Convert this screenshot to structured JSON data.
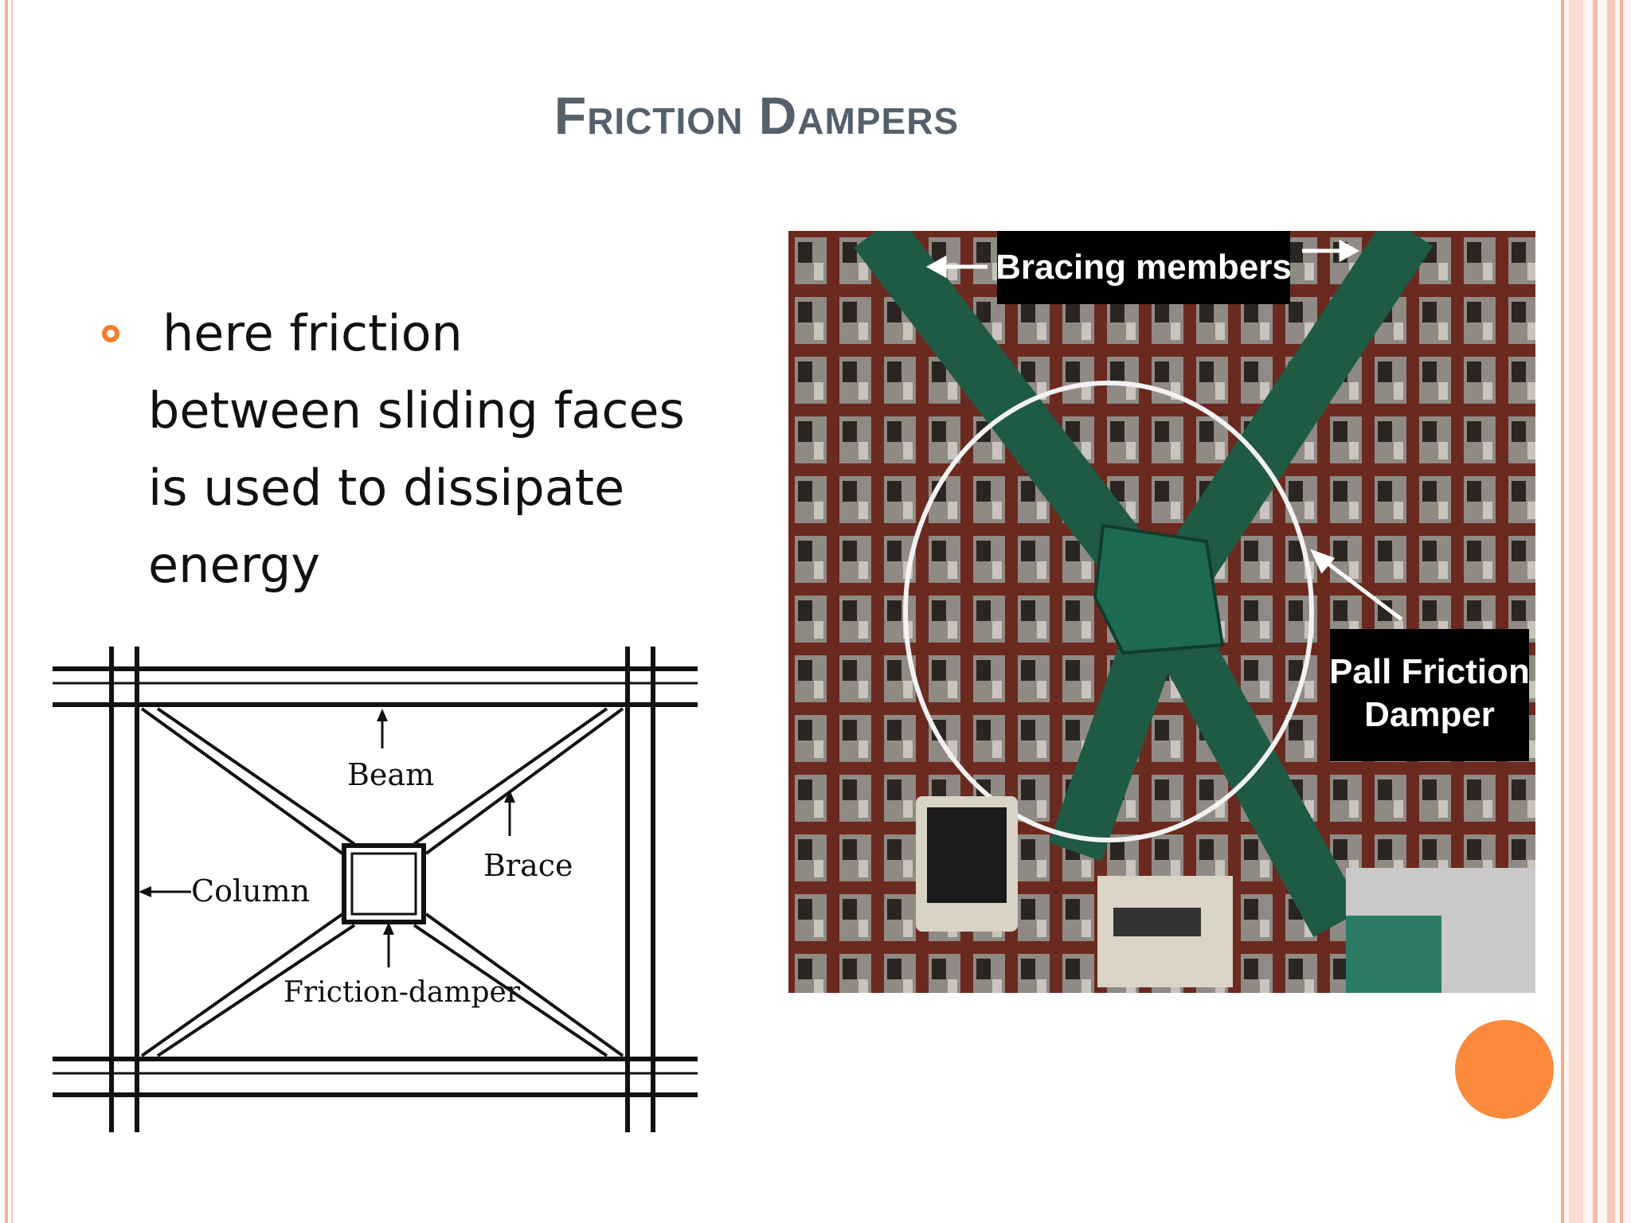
{
  "slide": {
    "title": "Friction Dampers",
    "bullet_text_line1": "here friction",
    "bullet_text_rest": "between sliding faces is used to dissipate energy"
  },
  "diagram": {
    "labels": {
      "beam": "Beam",
      "brace": "Brace",
      "column": "Column",
      "friction_damper": "Friction-damper"
    }
  },
  "photo": {
    "labels": {
      "bracing_members": "Bracing members",
      "pall_line1": "Pall Friction",
      "pall_line2": "Damper"
    }
  },
  "colors": {
    "title": "#56606c",
    "accent": "#f47d2c",
    "orange_circle": "#fb8a3c",
    "border": "#f4b49b"
  }
}
